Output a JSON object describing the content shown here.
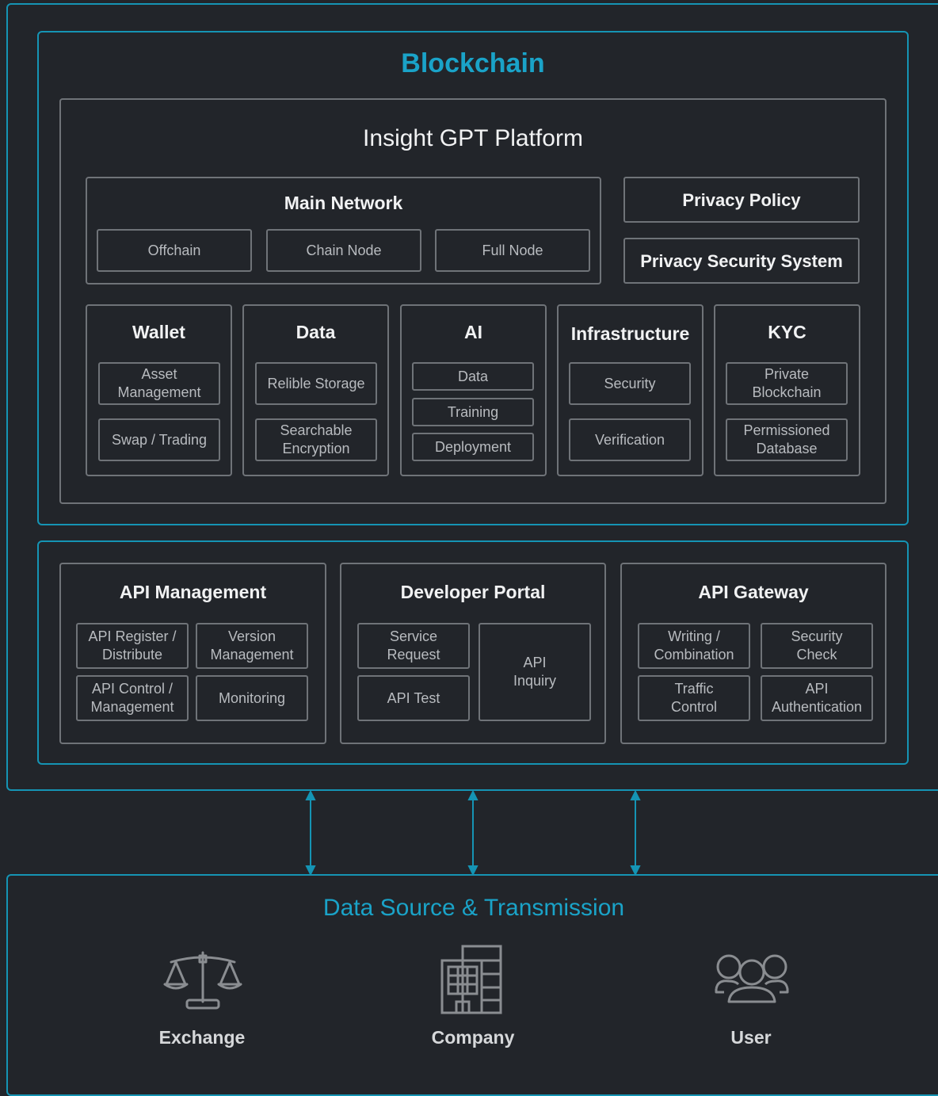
{
  "blockchain": {
    "title": "Blockchain",
    "platform": {
      "title": "Insight GPT Platform",
      "main_network": {
        "title": "Main Network",
        "items": [
          "Offchain",
          "Chain Node",
          "Full Node"
        ]
      },
      "privacy_policy": "Privacy Policy",
      "privacy_security_system": "Privacy Security System",
      "categories": [
        {
          "title": "Wallet",
          "items": [
            "Asset Management",
            "Swap / Trading"
          ]
        },
        {
          "title": "Data",
          "items": [
            "Relible Storage",
            "Searchable Encryption"
          ]
        },
        {
          "title": "AI",
          "items": [
            "Data",
            "Training",
            "Deployment"
          ]
        },
        {
          "title": "Infrastructure",
          "items": [
            "Security",
            "Verification"
          ]
        },
        {
          "title": "KYC",
          "items": [
            "Private Blockchain",
            "Permissioned Database"
          ]
        }
      ]
    },
    "api": {
      "management": {
        "title": "API Management",
        "items": [
          "API Register / Distribute",
          "Version Management",
          "API Control / Management",
          "Monitoring"
        ]
      },
      "developer_portal": {
        "title": "Developer Portal",
        "items": [
          "Service Request",
          "API Test",
          "API Inquiry"
        ]
      },
      "gateway": {
        "title": "API Gateway",
        "items": [
          "Writing / Combination",
          "Security Check",
          "Traffic Control",
          "API Authentication"
        ]
      }
    }
  },
  "data_source": {
    "title": "Data Source & Transmission",
    "sources": [
      {
        "label": "Exchange",
        "icon": "scales-icon"
      },
      {
        "label": "Company",
        "icon": "building-icon"
      },
      {
        "label": "User",
        "icon": "users-icon"
      }
    ]
  },
  "colors": {
    "accent": "#1594b4",
    "background": "#22252a",
    "border": "#6f7378"
  }
}
